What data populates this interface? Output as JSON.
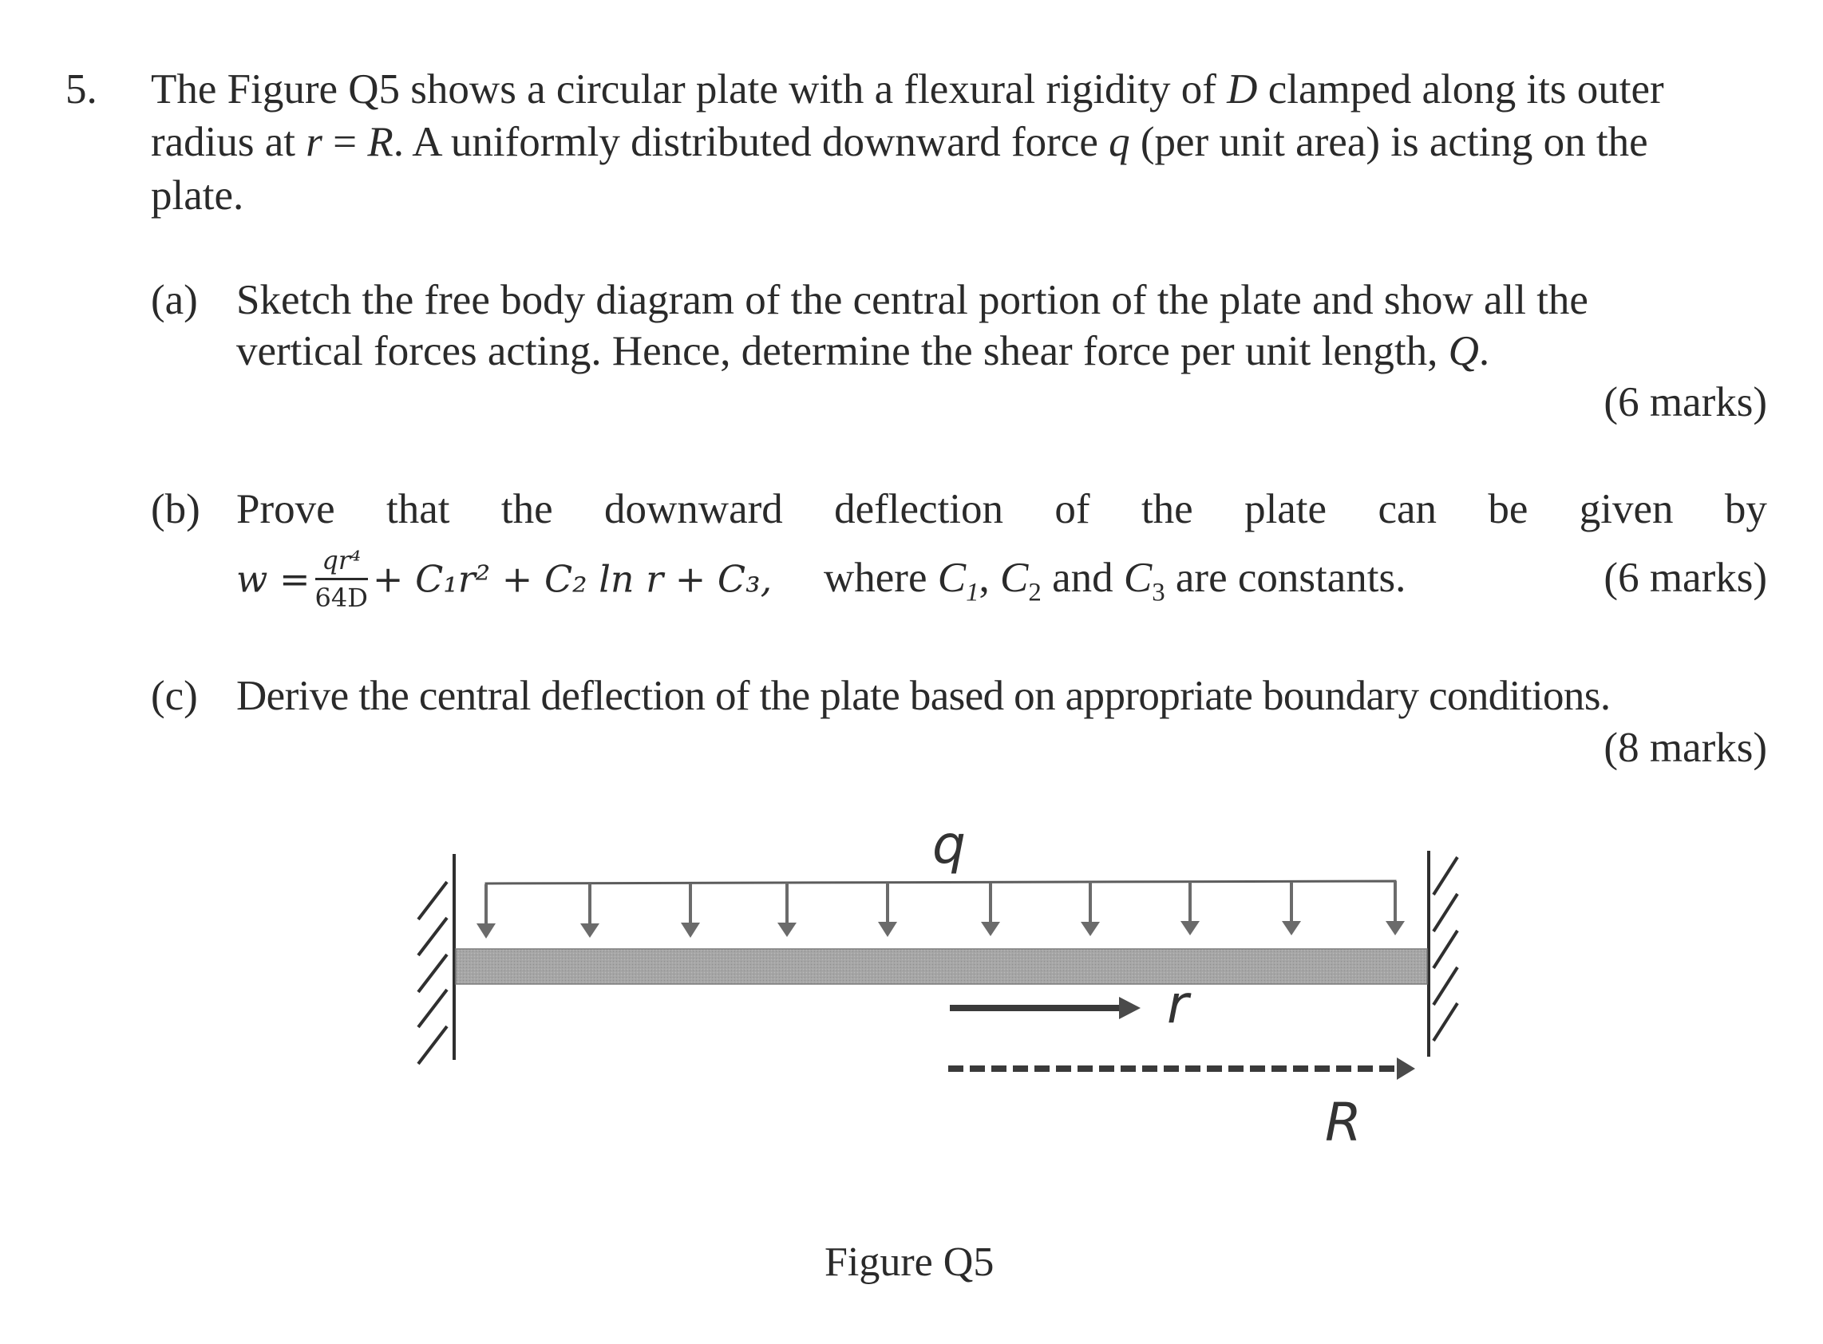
{
  "question": {
    "number": "5.",
    "intro_lines": [
      [
        "The Figure Q5 shows a circular plate with a flexural rigidity of ",
        "D",
        " clamped along its outer"
      ],
      [
        "radius at ",
        "r",
        " = ",
        "R",
        ". A uniformly distributed downward force ",
        "q",
        " (per unit area) is acting on the"
      ],
      [
        "plate."
      ]
    ]
  },
  "parts": [
    {
      "label": "(a)",
      "lines": [
        "Sketch the free body diagram of the central portion of the plate and show all the",
        "vertical forces acting. Hence, determine the shear force per unit length, "
      ],
      "line2_symbol": "Q",
      "line2_end": ".",
      "marks": "(6 marks)"
    },
    {
      "label": "(b)",
      "line1_words": [
        "Prove",
        "that",
        "the",
        "downward",
        "deflection",
        "of",
        "the",
        "plate",
        "can",
        "be",
        "given",
        "by"
      ],
      "equation": {
        "lhs": "w =",
        "frac_num": "qr⁴",
        "frac_den": "64D",
        "terms": "+ C₁r² + C₂ ln r + C₃,"
      },
      "line2_text": {
        "a": " where ",
        "c1": "C",
        "c1s": "1",
        "sep1": ", ",
        "c2": "C",
        "c2s": "2",
        "and": " and ",
        "c3": "C",
        "c3s": "3",
        "end": " are constants."
      },
      "marks": "(6 marks)"
    },
    {
      "label": "(c)",
      "lines": [
        "Derive the central deflection of the plate based on appropriate boundary conditions."
      ],
      "marks": "(8 marks)"
    }
  ],
  "figure": {
    "caption": "Figure Q5",
    "load_label": "q",
    "radius_var_label": "r",
    "radius_label": "R",
    "load_arrow_count": 10,
    "colors": {
      "plate_fill": "#a9a9a9",
      "line": "#3a3a3a",
      "load_arrow": "#6b6b6b"
    }
  }
}
